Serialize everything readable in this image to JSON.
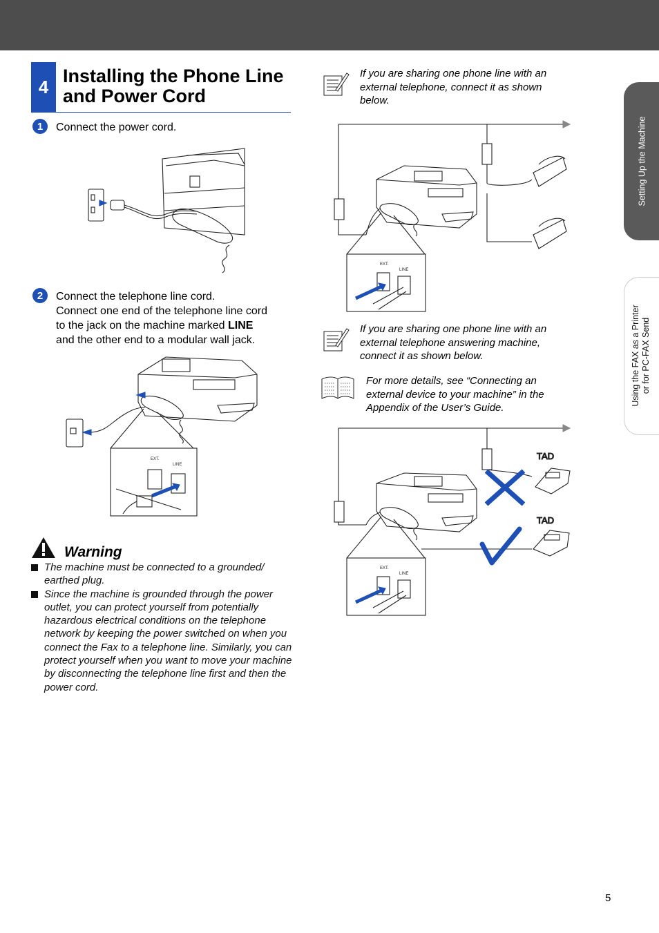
{
  "section": {
    "number": "4",
    "title_line1": "Installing the Phone Line",
    "title_line2": "and Power Cord"
  },
  "steps": [
    {
      "badge": "1",
      "lines": [
        "Connect the power cord."
      ]
    },
    {
      "badge": "2",
      "line1": "Connect the telephone line cord.",
      "line2": "Connect one end of the telephone line cord",
      "line3_pre": "to the jack on the machine marked ",
      "line3_bold": "LINE",
      "line4": "and the other end to a modular wall jack."
    }
  ],
  "warning": {
    "heading": "Warning",
    "items": [
      "The machine must be connected to a grounded/ earthed plug.",
      "Since the machine is grounded through the power outlet, you can protect yourself from potentially hazardous electrical conditions on the telephone network by keeping the power switched on when you connect the Fax to a telephone line. Similarly, you can protect yourself when you want to move your machine by disconnecting the telephone line first and then the power cord."
    ]
  },
  "notes": [
    {
      "icon": "note-pencil-icon",
      "text": "If you are sharing one phone line with an external telephone, connect it as shown below."
    },
    {
      "icon": "note-pencil-icon",
      "text": "If you are sharing one phone line with an external telephone answering machine, connect it as shown below."
    },
    {
      "icon": "book-icon",
      "text": "For more details, see “Connecting an external device to your machine” in the Appendix of the User’s Guide."
    }
  ],
  "diagram_labels": {
    "tad1": "TAD",
    "tad2": "TAD",
    "jack_ext": "EXT.",
    "jack_line": "LINE"
  },
  "side_tabs": [
    {
      "label": "Setting Up the Machine",
      "active": true
    },
    {
      "label_line1": "Using the FAX as a Printer",
      "label_line2": "or for PC-FAX Send",
      "active": false
    }
  ],
  "colors": {
    "topbar": "#4d4d4d",
    "accent_blue": "#1d4fb5",
    "tab_active": "#5a5a5a"
  },
  "page_number": "5"
}
